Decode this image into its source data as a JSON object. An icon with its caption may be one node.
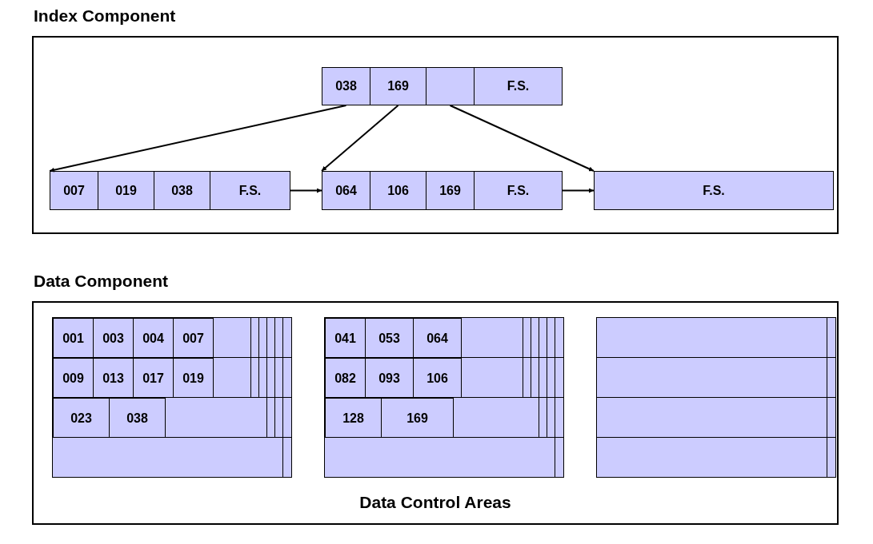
{
  "diagram": {
    "nodes": [
      {
        "text": [
          "Index Component"
        ]
      },
      {
        "text": [],
        "shape": "box",
        "in": 0
      },
      {
        "text": [
          "038"
        ],
        "in": 1
      },
      {
        "text": [
          "169"
        ],
        "in": 1
      },
      {
        "text": [],
        "shape": "box",
        "in": 1
      },
      {
        "text": [
          "F.S."
        ],
        "in": 1
      },
      {
        "text": [],
        "shape": "box",
        "in": 0
      },
      {
        "text": [
          "007"
        ],
        "in": 6
      },
      {
        "text": [
          "019"
        ],
        "in": 6
      },
      {
        "text": [
          "038"
        ],
        "in": 6
      },
      {
        "text": [
          "F.S."
        ],
        "in": 6
      },
      {
        "text": [],
        "shape": "box",
        "in": 0
      },
      {
        "text": [
          "064"
        ],
        "in": 11
      },
      {
        "text": [
          "106"
        ],
        "in": 11
      },
      {
        "text": [
          "169"
        ],
        "in": 11
      },
      {
        "text": [
          "F.S."
        ],
        "in": 11
      },
      {
        "text": [
          "F.S."
        ],
        "in": 0
      },
      {
        "text": [
          "Data Component",
          "Data Control  Areas"
        ]
      },
      {
        "text": [],
        "shape": "box",
        "in": 17
      },
      {
        "text": [],
        "shape": "box",
        "in": 18
      },
      {
        "text": [
          "001"
        ],
        "in": 19
      },
      {
        "text": [
          "003"
        ],
        "in": 19
      },
      {
        "text": [
          "004"
        ],
        "in": 19
      },
      {
        "text": [
          "007"
        ],
        "in": 19
      },
      {
        "text": [],
        "shape": "box",
        "in": 18
      },
      {
        "text": [
          "009"
        ],
        "in": 24
      },
      {
        "text": [
          "013"
        ],
        "in": 24
      },
      {
        "text": [
          "017"
        ],
        "in": 24
      },
      {
        "text": [
          "019"
        ],
        "in": 24
      },
      {
        "text": [],
        "shape": "box",
        "in": 18
      },
      {
        "text": [
          "023"
        ],
        "in": 29
      },
      {
        "text": [
          "038"
        ],
        "in": 29
      },
      {
        "text": [],
        "shape": "box",
        "in": 18
      },
      {
        "text": [],
        "shape": "box",
        "in": 17
      },
      {
        "text": [],
        "shape": "box",
        "in": 33
      },
      {
        "text": [
          "041"
        ],
        "in": 34
      },
      {
        "text": [
          "053"
        ],
        "in": 34
      },
      {
        "text": [
          "064"
        ],
        "in": 34
      },
      {
        "text": [],
        "shape": "box",
        "in": 33
      },
      {
        "text": [
          "082"
        ],
        "in": 38
      },
      {
        "text": [
          "093"
        ],
        "in": 38
      },
      {
        "text": [
          "106"
        ],
        "in": 38
      },
      {
        "text": [],
        "shape": "box",
        "in": 33
      },
      {
        "text": [
          "128"
        ],
        "in": 42
      },
      {
        "text": [
          "169"
        ],
        "in": 42
      },
      {
        "text": [],
        "shape": "box",
        "in": 33
      },
      {
        "text": [],
        "shape": "box",
        "in": 17
      },
      {
        "text": [],
        "shape": "box",
        "in": 46
      },
      {
        "text": [],
        "shape": "box",
        "in": 46
      },
      {
        "text": [],
        "shape": "box",
        "in": 46
      },
      {
        "text": [],
        "shape": "box",
        "in": 46
      }
    ],
    "edges": [
      {
        "from": 2,
        "to": 6,
        "arrow": "to"
      },
      {
        "from": 3,
        "to": 11,
        "arrow": "to"
      },
      {
        "from": 4,
        "to": 16,
        "arrow": "to"
      },
      {
        "from": 6,
        "to": 11,
        "arrow": "to"
      },
      {
        "from": 11,
        "to": 16,
        "arrow": "to"
      }
    ]
  }
}
